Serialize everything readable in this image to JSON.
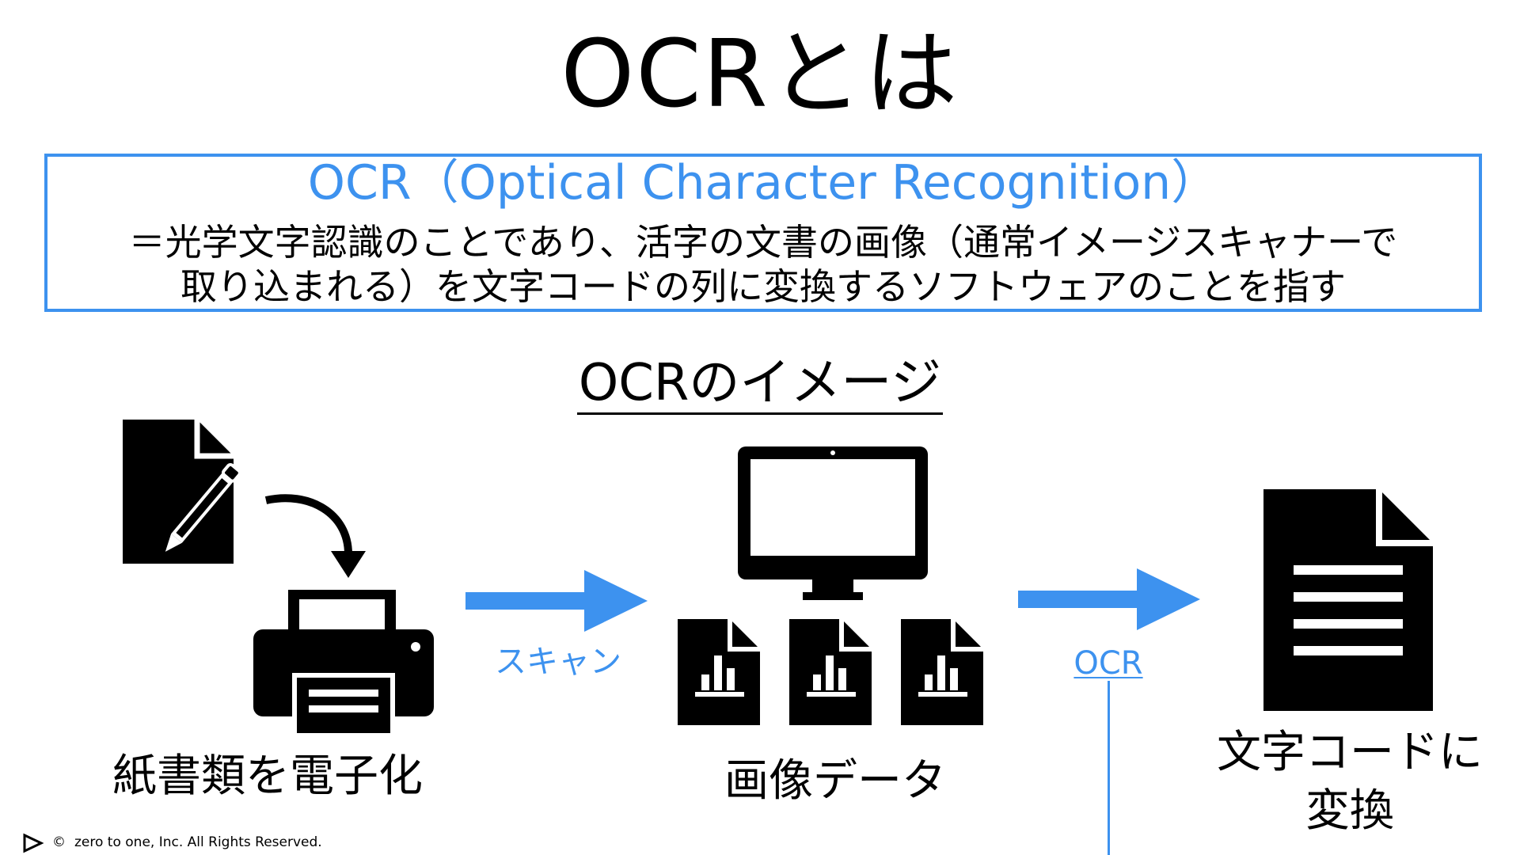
{
  "slide": {
    "title": "OCRとは",
    "definition": {
      "heading": "OCR（Optical Character Recognition）",
      "line1": "＝光学文字認識のことであり、活字の文書の画像（通常イメージスキャナーで",
      "line2": "取り込まれる）を文字コードの列に変換するソフトウェアのことを指す"
    },
    "subheading": "OCRのイメージ",
    "steps": [
      {
        "caption": "紙書類を電子化",
        "icons": [
          "handwritten-document-icon",
          "curved-arrow-icon",
          "printer-scanner-icon"
        ]
      },
      {
        "caption": "画像データ",
        "icons": [
          "monitor-icon",
          "chart-file-icon",
          "chart-file-icon",
          "chart-file-icon"
        ]
      },
      {
        "caption_line1": "文字コードに",
        "caption_line2": "変換",
        "icons": [
          "text-document-icon"
        ]
      }
    ],
    "arrows": [
      {
        "label": "スキャン",
        "icon": "right-arrow-icon"
      },
      {
        "label": "OCR",
        "icon": "right-arrow-icon"
      }
    ],
    "footer": "zero to one, Inc. All Rights Reserved.",
    "footer_symbol": "©",
    "accent_color": "#3d92ef"
  }
}
